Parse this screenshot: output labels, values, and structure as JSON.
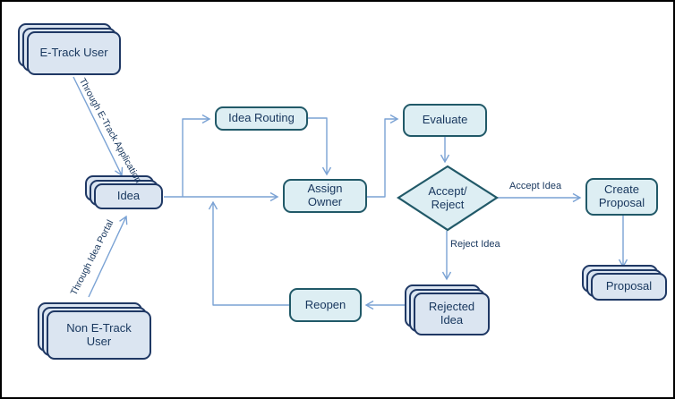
{
  "diagram": {
    "nodes": {
      "etrack_user": {
        "label": "E-Track User"
      },
      "non_etrack_user": {
        "label": "Non E-Track User"
      },
      "idea": {
        "label": "Idea"
      },
      "idea_routing": {
        "label": "Idea Routing"
      },
      "assign_owner": {
        "label": "Assign Owner"
      },
      "evaluate": {
        "label": "Evaluate"
      },
      "accept_reject": {
        "label": "Accept/\nReject"
      },
      "create_proposal": {
        "label": "Create Proposal"
      },
      "proposal": {
        "label": "Proposal"
      },
      "rejected_idea": {
        "label": "Rejected Idea"
      },
      "reopen": {
        "label": "Reopen"
      }
    },
    "edge_labels": {
      "through_etrack": "Through E-Track Application",
      "through_portal": "Through Idea Portal",
      "accept_idea": "Accept Idea",
      "reject_idea": "Reject Idea"
    },
    "colors": {
      "stack_fill": "#dbe5f1",
      "stack_border": "#1f3864",
      "process_fill": "#ddeef3",
      "process_border": "#215968",
      "connector": "#7aa2d4",
      "text": "#17365d",
      "frame": "#000000"
    }
  }
}
